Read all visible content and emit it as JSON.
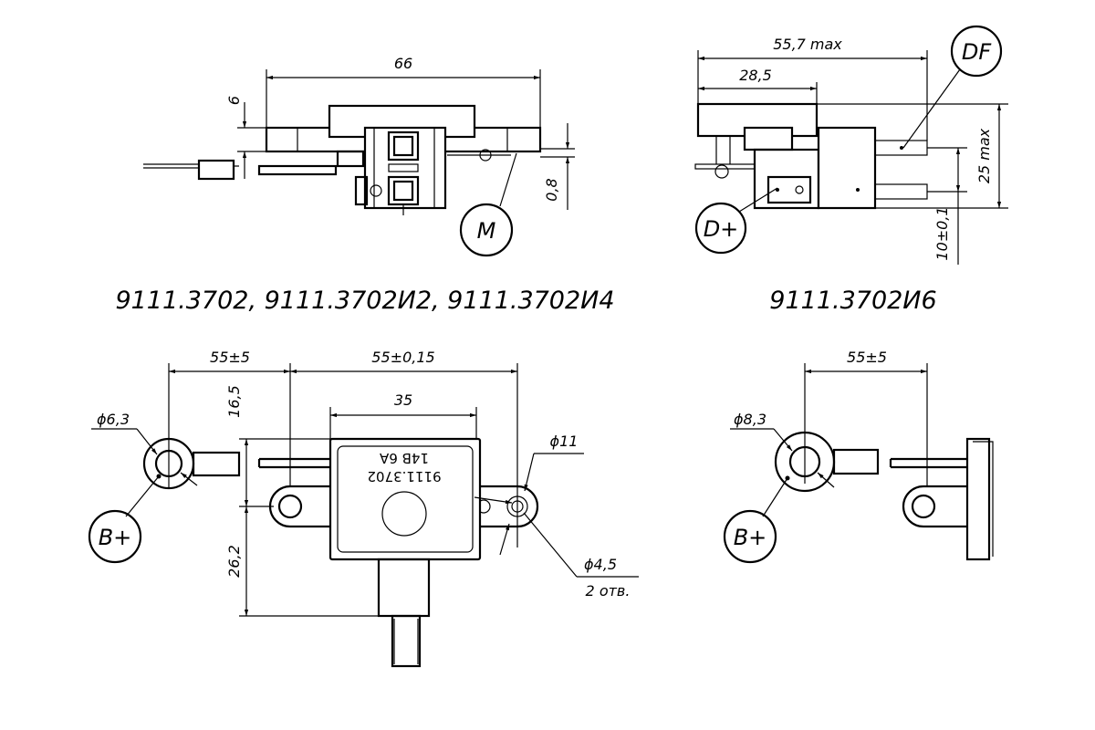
{
  "captions": {
    "top_left": "9111.3702,  9111.3702И2,  9111.3702И4",
    "top_right": "9111.3702И6"
  },
  "dimensions": {
    "d66": "66",
    "d6": "6",
    "d08": "0,8",
    "d557": "55,7 max",
    "d285": "28,5",
    "d25": "25 max",
    "d10": "10±0,1",
    "d55a": "55±5",
    "d55b": "55±0,15",
    "d35": "35",
    "d165": "16,5",
    "d262": "26,2",
    "phi63": "ϕ6,3",
    "phi11": "ϕ11",
    "phi45": "ϕ4,5",
    "holes": "2 отв.",
    "d55c": "55±5",
    "phi83": "ϕ8,3"
  },
  "terminals": {
    "M": "M",
    "DF": "DF",
    "Dplus": "D+",
    "Bplus1": "B+",
    "Bplus2": "B+"
  },
  "marking": {
    "line1": "14В    6А",
    "line2": "9111.3702"
  }
}
